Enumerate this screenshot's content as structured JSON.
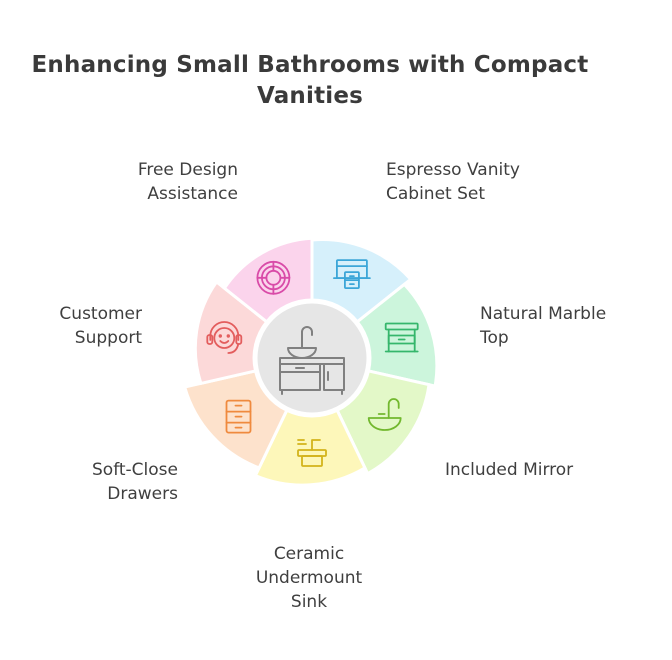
{
  "title": {
    "line1": "Enhancing Small Bathrooms with Compact",
    "line2": "Vanities"
  },
  "segments": [
    {
      "key": "espresso",
      "label_lines": [
        "Espresso Vanity",
        "Cabinet Set"
      ],
      "color": "#d6f0fb",
      "icon_color": "#3ba6d8",
      "icon": "cabinet-icon"
    },
    {
      "key": "marble",
      "label_lines": [
        "Natural Marble",
        "Top"
      ],
      "color": "#ccf5dc",
      "icon_color": "#35b66c",
      "icon": "marble-table-icon"
    },
    {
      "key": "mirror",
      "label_lines": [
        "Included Mirror"
      ],
      "color": "#e3f8c8",
      "icon_color": "#72b82e",
      "icon": "washbasin-icon"
    },
    {
      "key": "sink",
      "label_lines": [
        "Ceramic",
        "Undermount",
        "Sink"
      ],
      "color": "#fdf7ba",
      "icon_color": "#d3b31b",
      "icon": "sink-faucet-icon"
    },
    {
      "key": "drawers",
      "label_lines": [
        "Soft-Close",
        "Drawers"
      ],
      "color": "#fde2cc",
      "icon_color": "#ef8a3e",
      "icon": "drawers-icon"
    },
    {
      "key": "support",
      "label_lines": [
        "Customer",
        "Support"
      ],
      "color": "#fcd9d9",
      "icon_color": "#e35d5d",
      "icon": "headset-support-icon"
    },
    {
      "key": "design",
      "label_lines": [
        "Free Design",
        "Assistance"
      ],
      "color": "#fbd4ec",
      "icon_color": "#d94ba8",
      "icon": "lifebuoy-icon"
    }
  ],
  "center": {
    "icon": "bathroom-vanity-icon",
    "color": "#e6e6e6",
    "icon_color": "#808080"
  }
}
